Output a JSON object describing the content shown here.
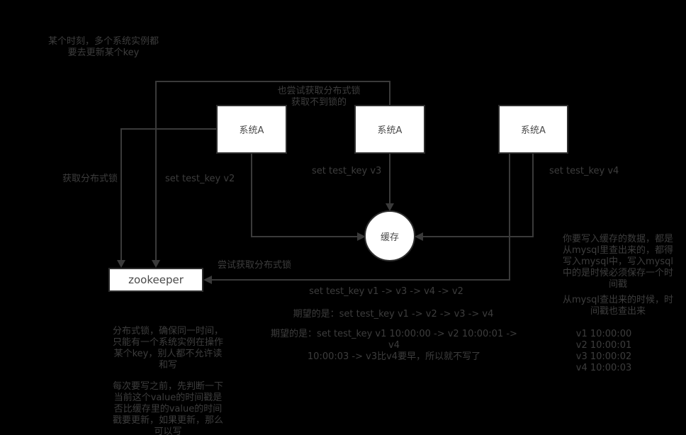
{
  "nodes": {
    "system1": "系统A",
    "system2": "系统A",
    "system3": "系统A",
    "cache": "缓存",
    "zookeeper": "zookeeper"
  },
  "edges": {
    "acquire_lock": "获取分布式锁",
    "also_try_lock": "也尝试获取分布式锁\n获取不到锁的",
    "try_lock": "尝试获取分布式锁",
    "set_v2": "set test_key v2",
    "set_v3": "set test_key v3",
    "set_v4": "set test_key v4"
  },
  "notes": {
    "top": "某个时刻，多个系统实例都\n要去更新某个key",
    "actual_order": "set test_key v1 -> v3 -> v4 -> v2",
    "expected_order": "期望的是：set test_key v1 -> v2 -> v3 -> v4",
    "expected_with_ts": "期望的是：set test_key v1 10:00:00 -> v2 10:00:01 -> v4\n10:00:03 -> v3比v4要早，所以就不写了",
    "right_para1": "你要写入缓存的数据，都是\n从mysql里查出来的，都得\n写入mysql中，写入mysql\n中的是时候必须保存一个时\n间戳",
    "right_para2": "从mysql查出来的时候，时\n间戳也查出来",
    "timestamps": "v1 10:00:00\nv2 10:00:01\nv3 10:00:02\nv4 10:00:03",
    "left_para1": "分布式锁，确保同一时间，\n只能有一个系统实例在操作\n某个key，别人都不允许读\n和写",
    "left_para2": "每次要写之前，先判断一下\n当前这个value的时间戳是\n否比缓存里的value的时间\n戳要更新，如果更新，那么\n可以写"
  },
  "colors": {
    "background": "#000000",
    "line": "#3a3a3a",
    "node_border": "#2e2e2e",
    "node_fill": "#ffffff",
    "node_text": "#4a4a4a",
    "annotation_text": "#3d3d3d"
  }
}
